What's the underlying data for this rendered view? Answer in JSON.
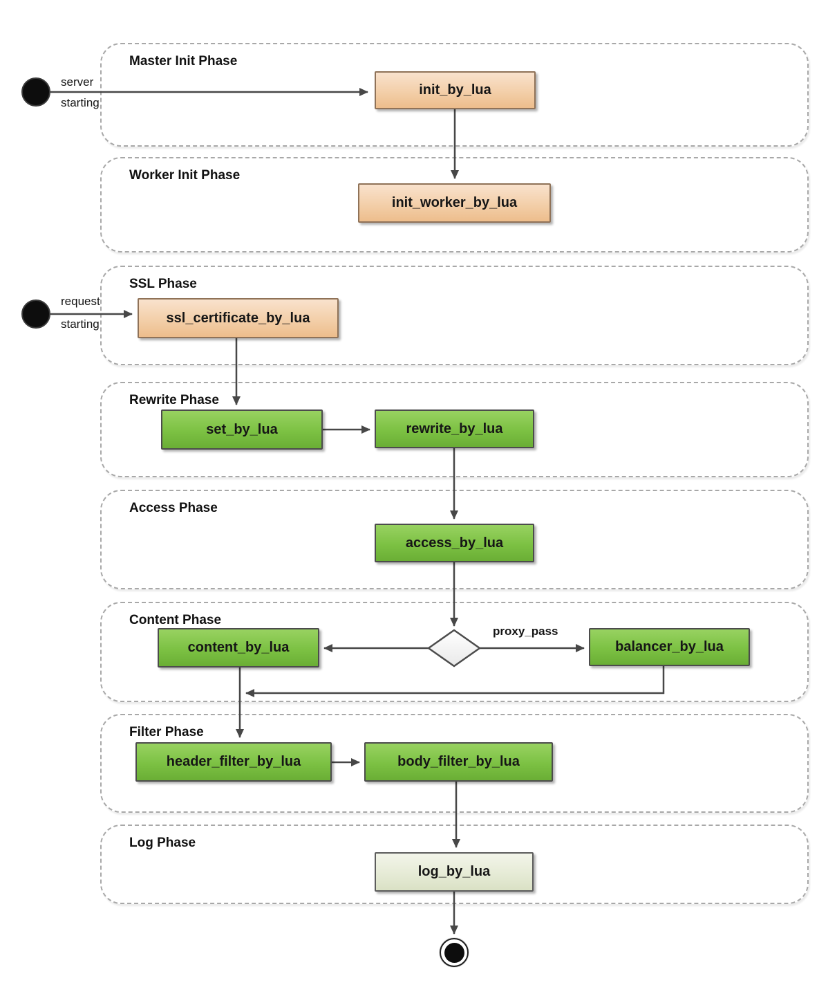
{
  "diagram_type": "activity-flowchart",
  "colors": {
    "background": "#ffffff",
    "phase_border": "#a8a8a8",
    "edge": "#474747",
    "init_node_fill_top": "#f9e2cd",
    "init_node_fill_bottom": "#edbd8c",
    "init_node_border": "#8f7258",
    "main_node_fill_top": "#98d261",
    "main_node_fill_bottom": "#6aae35",
    "main_node_border": "#4c4c4c",
    "log_node_fill_top": "#f3f5ea",
    "log_node_fill_bottom": "#dae1c5",
    "text": "#141414"
  },
  "phases": [
    {
      "label": "Master Init Phase"
    },
    {
      "label": "Worker Init Phase"
    },
    {
      "label": "SSL Phase"
    },
    {
      "label": "Rewrite Phase"
    },
    {
      "label": "Access Phase"
    },
    {
      "label": "Content Phase"
    },
    {
      "label": "Filter Phase"
    },
    {
      "label": "Log Phase"
    }
  ],
  "nodes": [
    {
      "id": "init_by_lua",
      "label": "init_by_lua",
      "phase": "Master Init Phase",
      "style": "init"
    },
    {
      "id": "init_worker_by_lua",
      "label": "init_worker_by_lua",
      "phase": "Worker Init Phase",
      "style": "init"
    },
    {
      "id": "ssl_certificate_by_lua",
      "label": "ssl_certificate_by_lua",
      "phase": "SSL Phase",
      "style": "init"
    },
    {
      "id": "set_by_lua",
      "label": "set_by_lua",
      "phase": "Rewrite Phase",
      "style": "main"
    },
    {
      "id": "rewrite_by_lua",
      "label": "rewrite_by_lua",
      "phase": "Rewrite Phase",
      "style": "main"
    },
    {
      "id": "access_by_lua",
      "label": "access_by_lua",
      "phase": "Access Phase",
      "style": "main"
    },
    {
      "id": "content_by_lua",
      "label": "content_by_lua",
      "phase": "Content Phase",
      "style": "main"
    },
    {
      "id": "balancer_by_lua",
      "label": "balancer_by_lua",
      "phase": "Content Phase",
      "style": "main"
    },
    {
      "id": "header_filter_by_lua",
      "label": "header_filter_by_lua",
      "phase": "Filter Phase",
      "style": "main"
    },
    {
      "id": "body_filter_by_lua",
      "label": "body_filter_by_lua",
      "phase": "Filter Phase",
      "style": "main"
    },
    {
      "id": "log_by_lua",
      "label": "log_by_lua",
      "phase": "Log Phase",
      "style": "log"
    }
  ],
  "edge_labels": {
    "server_start_line1": "server",
    "server_start_line2": "starting",
    "request_start_line1": "request",
    "request_start_line2": "starting",
    "proxy_pass": "proxy_pass"
  },
  "edges": [
    {
      "from": "start-server",
      "to": "init_by_lua",
      "label": "server starting"
    },
    {
      "from": "init_by_lua",
      "to": "init_worker_by_lua"
    },
    {
      "from": "start-request",
      "to": "ssl_certificate_by_lua",
      "label": "request starting"
    },
    {
      "from": "ssl_certificate_by_lua",
      "to": "set_by_lua"
    },
    {
      "from": "set_by_lua",
      "to": "rewrite_by_lua"
    },
    {
      "from": "rewrite_by_lua",
      "to": "access_by_lua"
    },
    {
      "from": "access_by_lua",
      "to": "decision"
    },
    {
      "from": "decision",
      "to": "content_by_lua"
    },
    {
      "from": "decision",
      "to": "balancer_by_lua",
      "label": "proxy_pass"
    },
    {
      "from": "balancer_by_lua",
      "to": "header_filter_by_lua"
    },
    {
      "from": "content_by_lua",
      "to": "header_filter_by_lua"
    },
    {
      "from": "header_filter_by_lua",
      "to": "body_filter_by_lua"
    },
    {
      "from": "body_filter_by_lua",
      "to": "log_by_lua"
    },
    {
      "from": "log_by_lua",
      "to": "final-state"
    }
  ]
}
